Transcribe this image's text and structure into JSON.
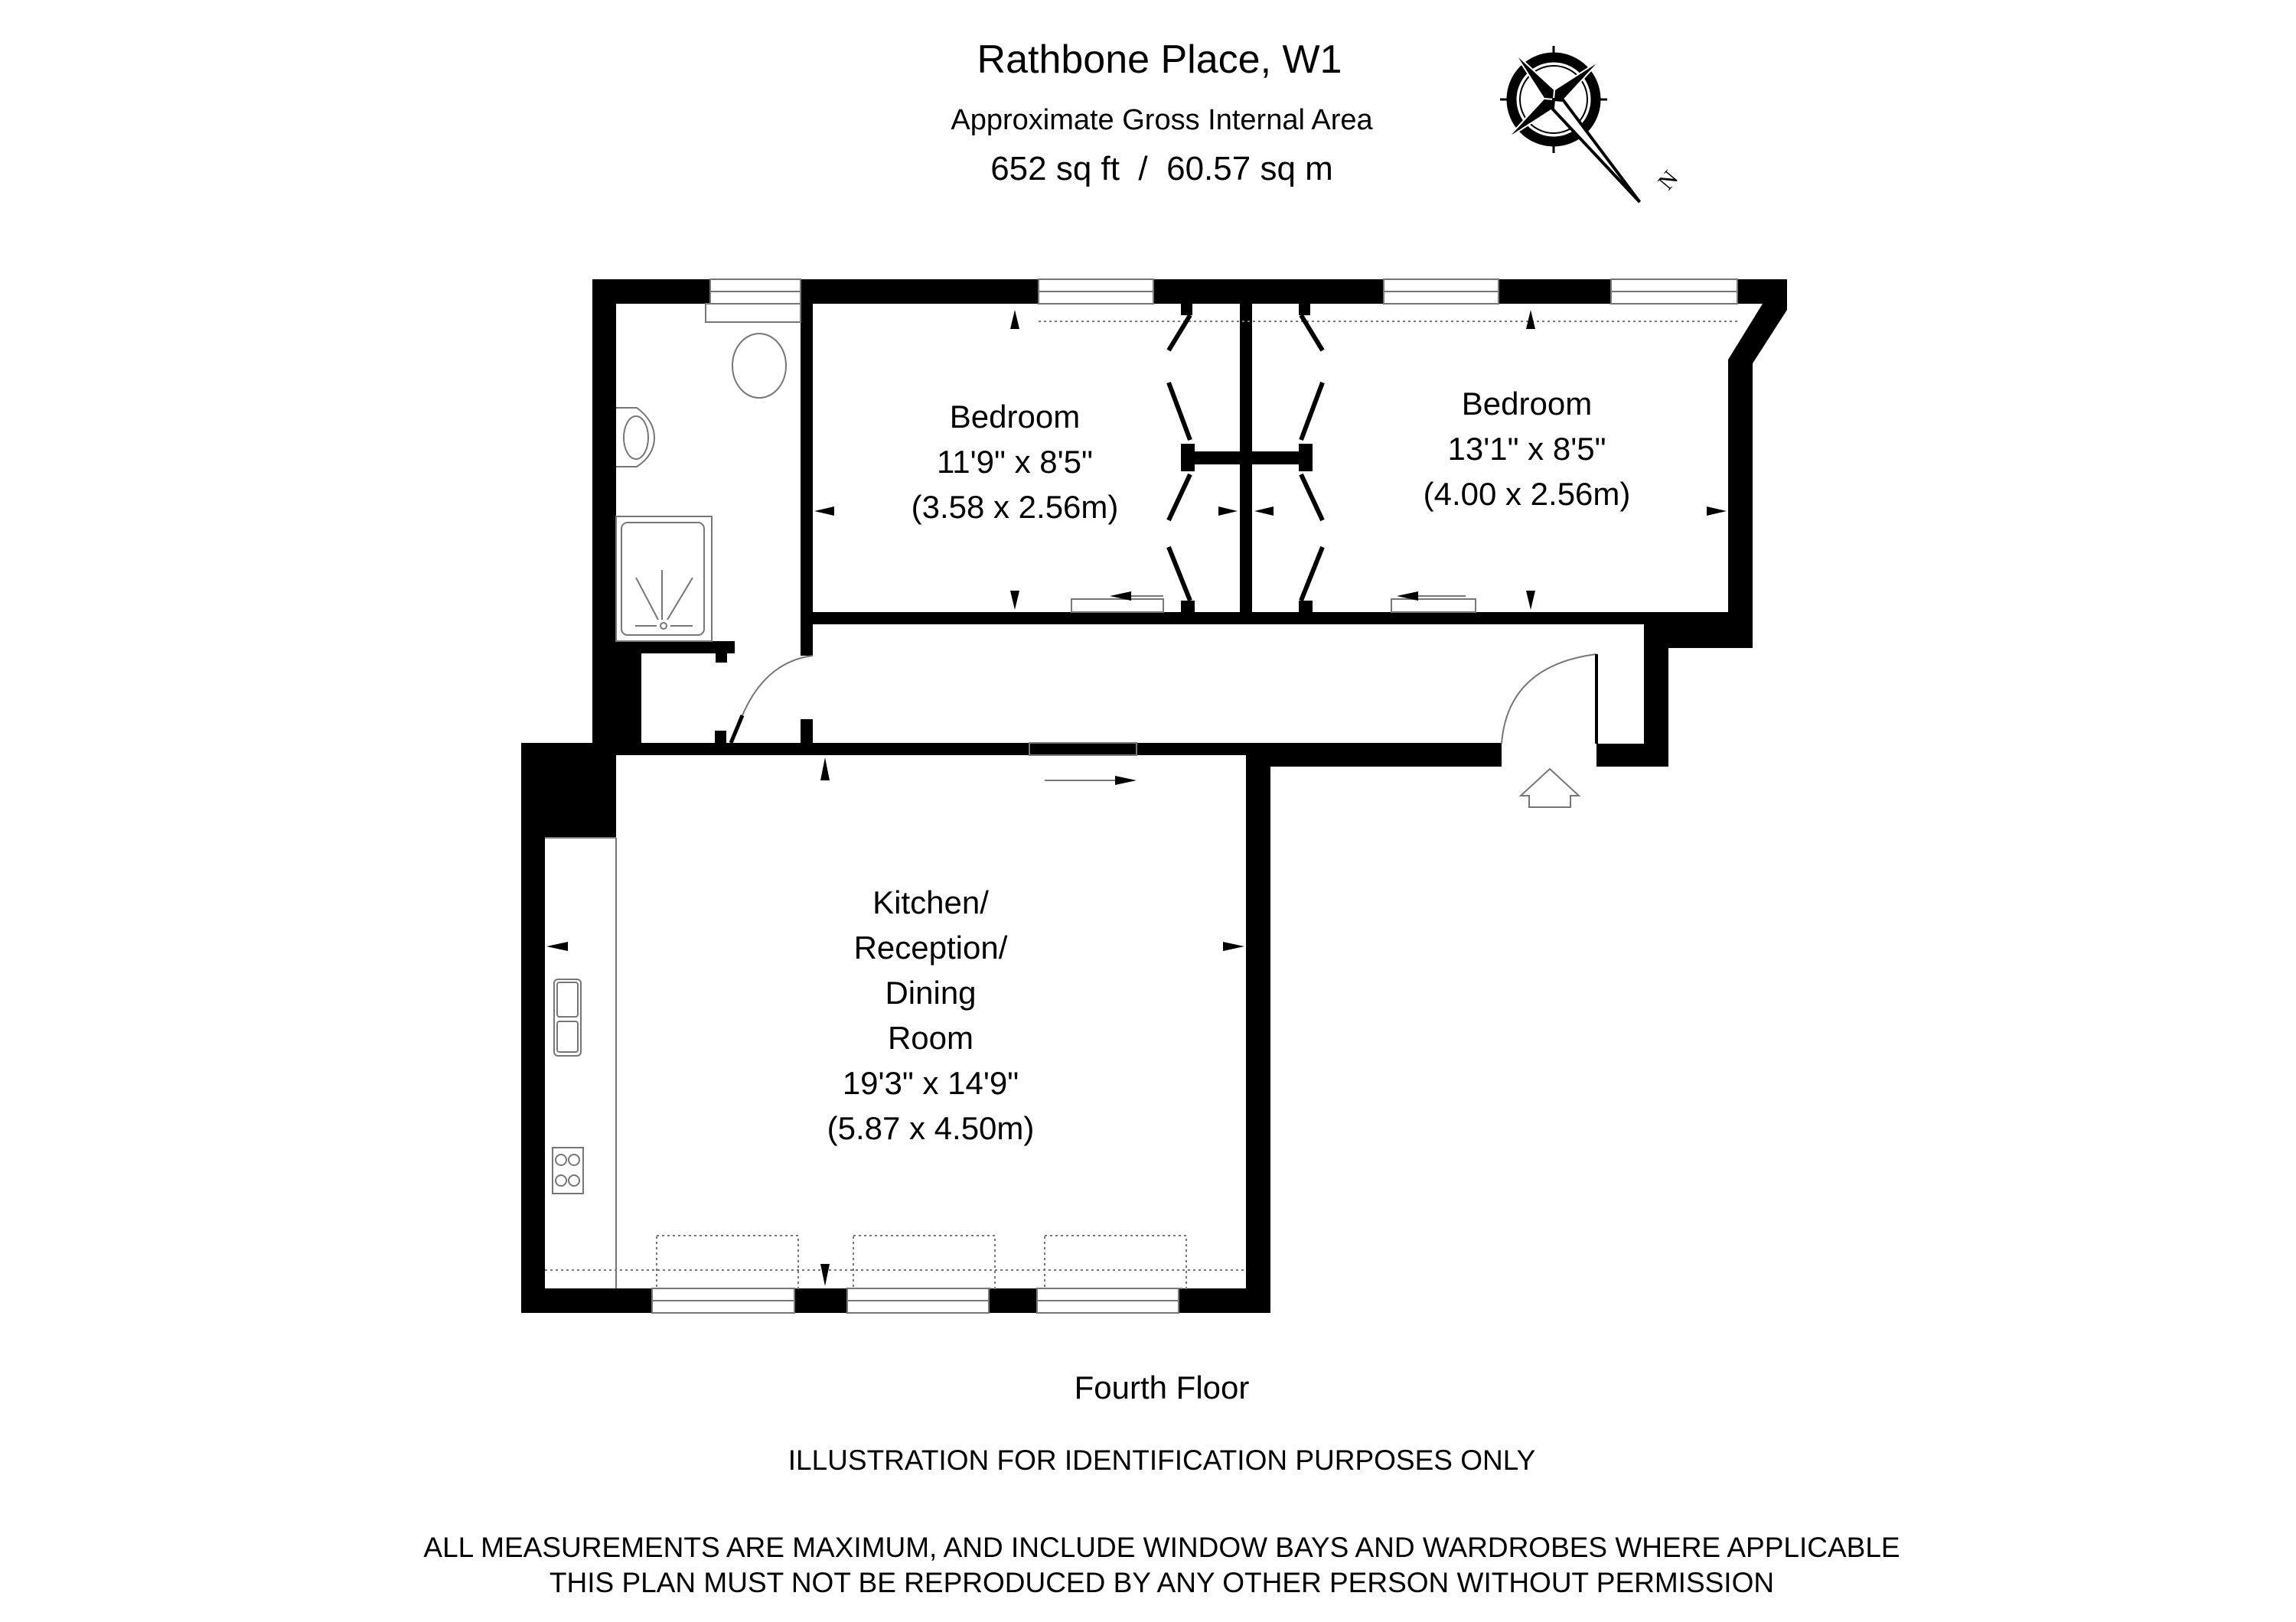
{
  "header": {
    "title": "Rathbone Place, W1",
    "subtitle": "Approximate Gross Internal Area",
    "area": "652 sq ft  /  60.57 sq m"
  },
  "compass": {
    "label": "N",
    "icon": "compass-rose-icon"
  },
  "rooms": [
    {
      "name": "Bedroom",
      "imperial": "11'9\" x 8'5\"",
      "metric": "(3.58 x 2.56m)"
    },
    {
      "name": "Bedroom",
      "imperial": "13'1\" x 8'5\"",
      "metric": "(4.00 x 2.56m)"
    },
    {
      "name_lines": [
        "Kitchen/",
        "Reception/",
        "Dining",
        "Room"
      ],
      "imperial": "19'3\" x 14'9\"",
      "metric": "(5.87 x 4.50m)"
    }
  ],
  "floor_label": "Fourth Floor",
  "disclaimers": {
    "line1": "ILLUSTRATION FOR IDENTIFICATION PURPOSES ONLY",
    "line2": "ALL MEASUREMENTS ARE MAXIMUM, AND INCLUDE WINDOW BAYS AND WARDROBES WHERE APPLICABLE",
    "line3": "THIS PLAN MUST NOT BE REPRODUCED BY ANY OTHER PERSON WITHOUT PERMISSION"
  },
  "colors": {
    "wall": "#000000",
    "fixture": "#888888",
    "background": "#ffffff"
  }
}
